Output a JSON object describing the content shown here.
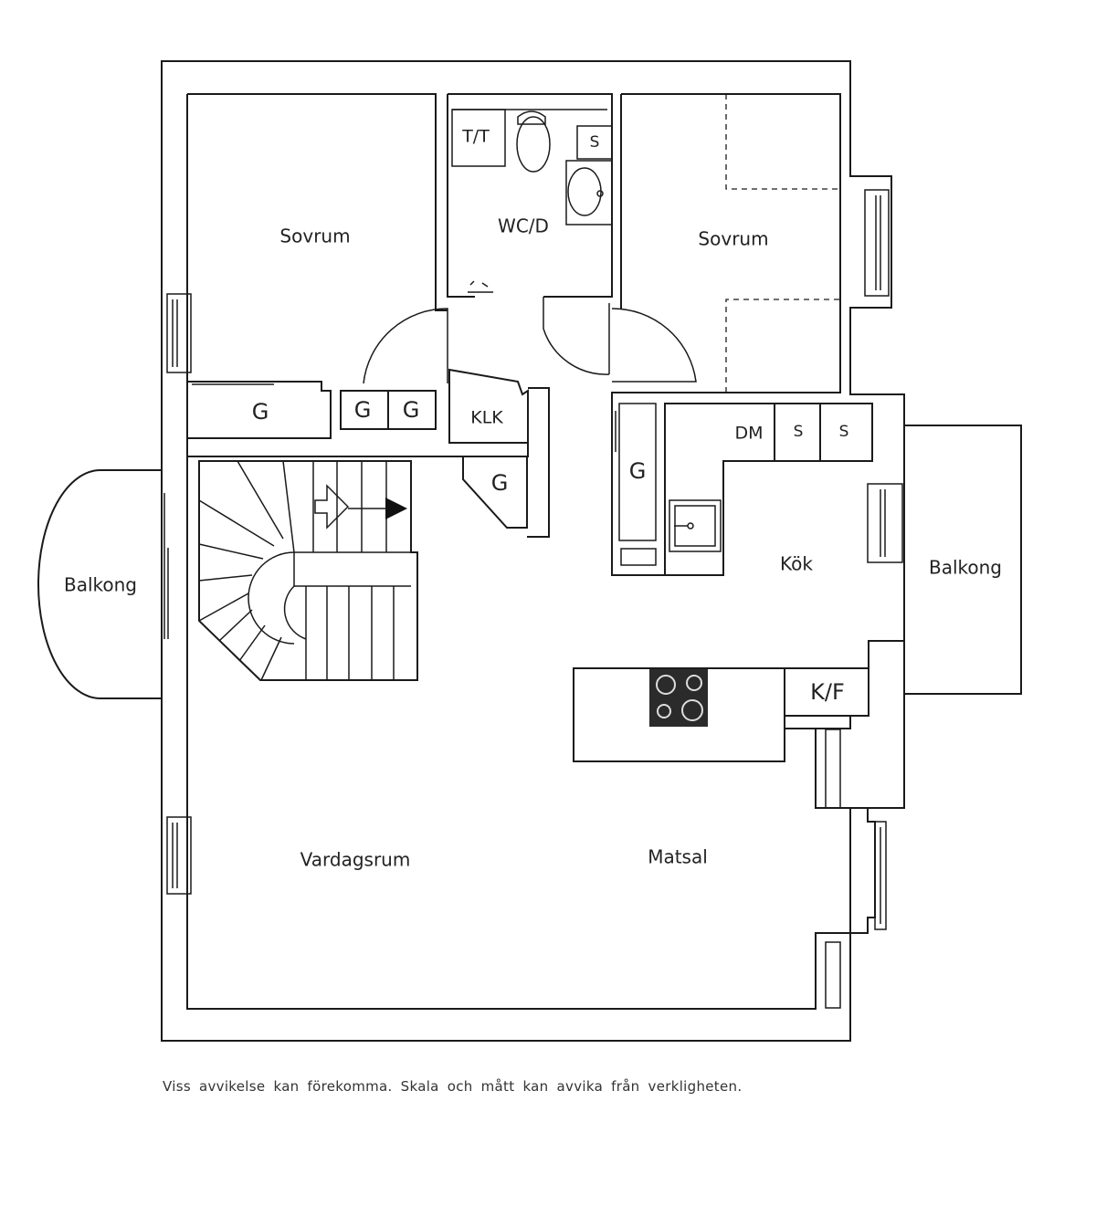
{
  "rooms": {
    "bedroom_left": "Sovrum",
    "bedroom_right": "Sovrum",
    "bathroom": "WC/D",
    "kitchen": "Kök",
    "living_room": "Vardagsrum",
    "dining_room": "Matsal",
    "balcony_left": "Balkong",
    "balcony_right": "Balkong"
  },
  "fixtures": {
    "towel_cabinet": "T/T",
    "bath_cabinet": "S",
    "wardrobe_1": "G",
    "wardrobe_2": "G",
    "wardrobe_3": "G",
    "wardrobe_4": "G",
    "wardrobe_5": "G",
    "cloakroom": "KLK",
    "dishwasher": "DM",
    "kitchen_cabinet_1": "S",
    "kitchen_cabinet_2": "S",
    "fridge_freezer": "K/F"
  },
  "disclaimer": "Viss avvikelse kan förekomma. Skala och mått kan avvika från verkligheten."
}
